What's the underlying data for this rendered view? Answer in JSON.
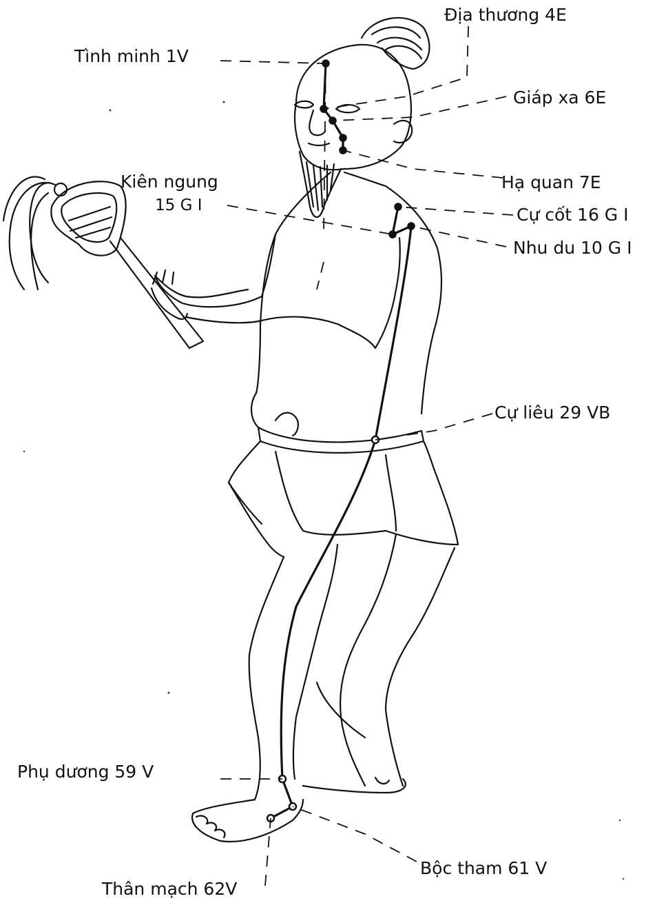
{
  "colors": {
    "ink": "#111111",
    "paper": "#ffffff"
  },
  "labels": {
    "dia_thuong": "Địa thương  4E",
    "tinh_minh": "Tình minh  1V",
    "giap_xa": "Giáp xa 6E",
    "kien_ngung_1": "Kiên ngung",
    "kien_ngung_2": "15 G I",
    "ha_quan": "Hạ quan  7E",
    "cu_cot": "Cự cốt  16 G I",
    "nhu_du": "Nhu du  10 G I",
    "cu_lieu": "Cự liêu  29  VB",
    "phu_duong": "Phụ dương 59 V",
    "boc_tham": "Bộc tham  61 V",
    "than_mach": "Thân mạch 62V"
  }
}
